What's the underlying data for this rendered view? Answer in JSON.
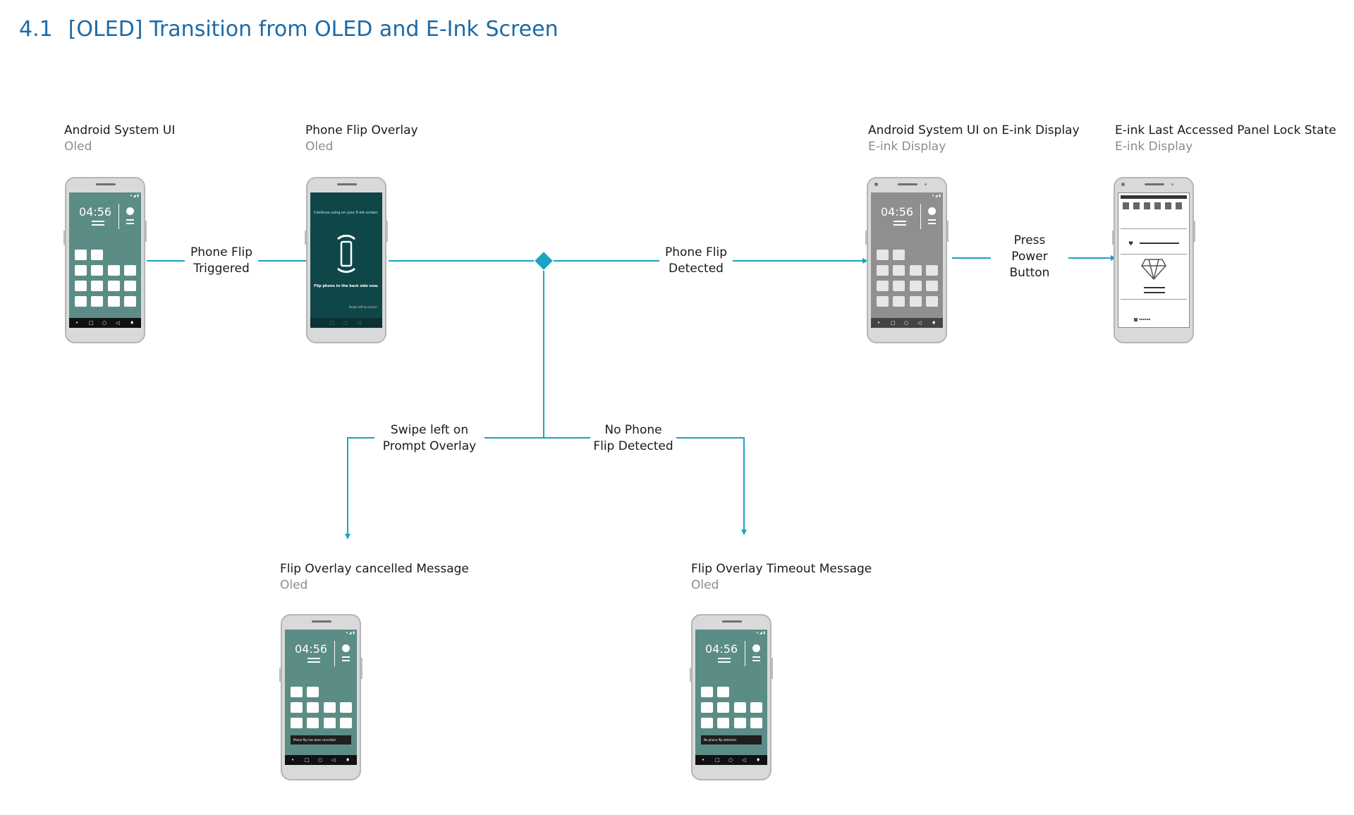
{
  "header": {
    "number": "4.1",
    "title": "[OLED] Transition from OLED and E-Ink Screen"
  },
  "nodes": {
    "android_ui": {
      "title": "Android System UI",
      "subtitle": "Oled"
    },
    "flip_overlay": {
      "title": "Phone Flip Overlay",
      "subtitle": "Oled"
    },
    "android_eink": {
      "title": "Android System UI on E-ink Display",
      "subtitle": "E-ink Display"
    },
    "eink_lock": {
      "title": "E-ink Last Accessed Panel Lock State",
      "subtitle": "E-ink Display"
    },
    "cancelled": {
      "title": "Flip Overlay cancelled Message",
      "subtitle": "Oled"
    },
    "timeout": {
      "title": "Flip Overlay Timeout Message",
      "subtitle": "Oled"
    }
  },
  "edges": {
    "flip_triggered": "Phone Flip\nTriggered",
    "flip_detected": "Phone Flip\nDetected",
    "press_power": "Press\nPower\nButton",
    "swipe_left": "Swipe left on\nPrompt Overlay",
    "no_flip": "No Phone\nFlip Detected"
  },
  "phone_screens": {
    "clock": "04:56",
    "overlay_prompt": "Continue using on your E-ink screen.",
    "overlay_instruction": "Flip phone to the back side now.",
    "overlay_swipe": "Swipe left to cancel",
    "toast_cancelled": "Phone flip has been cancelled",
    "toast_timeout": "No phone flip detected"
  },
  "colors": {
    "connector": "#1aa3c2",
    "title": "#1b6aa8",
    "oled_screen": "#5b8c86",
    "overlay_screen": "#0f4748",
    "eink_screen": "#8f8f8f"
  }
}
